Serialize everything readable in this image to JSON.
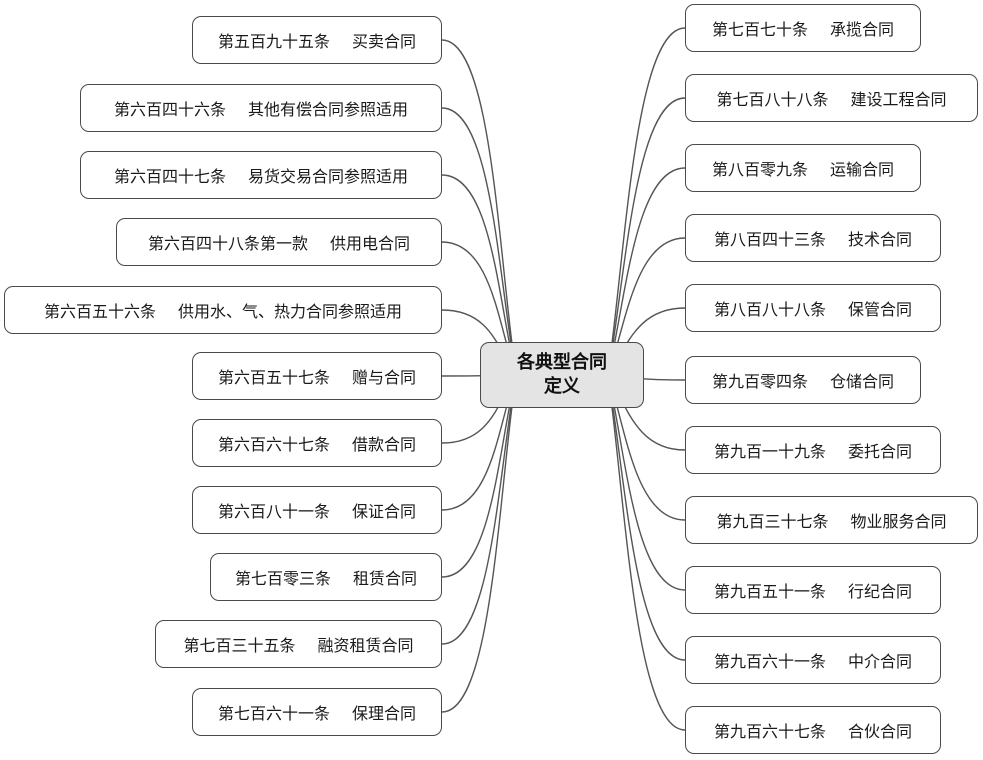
{
  "center": {
    "line1": "各典型合同",
    "line2": "定义"
  },
  "left": [
    {
      "article": "第五百九十五条",
      "contract": "买卖合同"
    },
    {
      "article": "第六百四十六条",
      "contract": "其他有偿合同参照适用"
    },
    {
      "article": "第六百四十七条",
      "contract": "易货交易合同参照适用"
    },
    {
      "article": "第六百四十八条第一款",
      "contract": "供用电合同"
    },
    {
      "article": "第六百五十六条",
      "contract": "供用水、气、热力合同参照适用"
    },
    {
      "article": "第六百五十七条",
      "contract": "赠与合同"
    },
    {
      "article": "第六百六十七条",
      "contract": "借款合同"
    },
    {
      "article": "第六百八十一条",
      "contract": "保证合同"
    },
    {
      "article": "第七百零三条",
      "contract": "租赁合同"
    },
    {
      "article": "第七百三十五条",
      "contract": "融资租赁合同"
    },
    {
      "article": "第七百六十一条",
      "contract": "保理合同"
    }
  ],
  "right": [
    {
      "article": "第七百七十条",
      "contract": "承揽合同"
    },
    {
      "article": "第七百八十八条",
      "contract": "建设工程合同"
    },
    {
      "article": "第八百零九条",
      "contract": "运输合同"
    },
    {
      "article": "第八百四十三条",
      "contract": "技术合同"
    },
    {
      "article": "第八百八十八条",
      "contract": "保管合同"
    },
    {
      "article": "第九百零四条",
      "contract": "仓储合同"
    },
    {
      "article": "第九百一十九条",
      "contract": "委托合同"
    },
    {
      "article": "第九百三十七条",
      "contract": "物业服务合同"
    },
    {
      "article": "第九百五十一条",
      "contract": "行纪合同"
    },
    {
      "article": "第九百六十一条",
      "contract": "中介合同"
    },
    {
      "article": "第九百六十七条",
      "contract": "合伙合同"
    }
  ]
}
